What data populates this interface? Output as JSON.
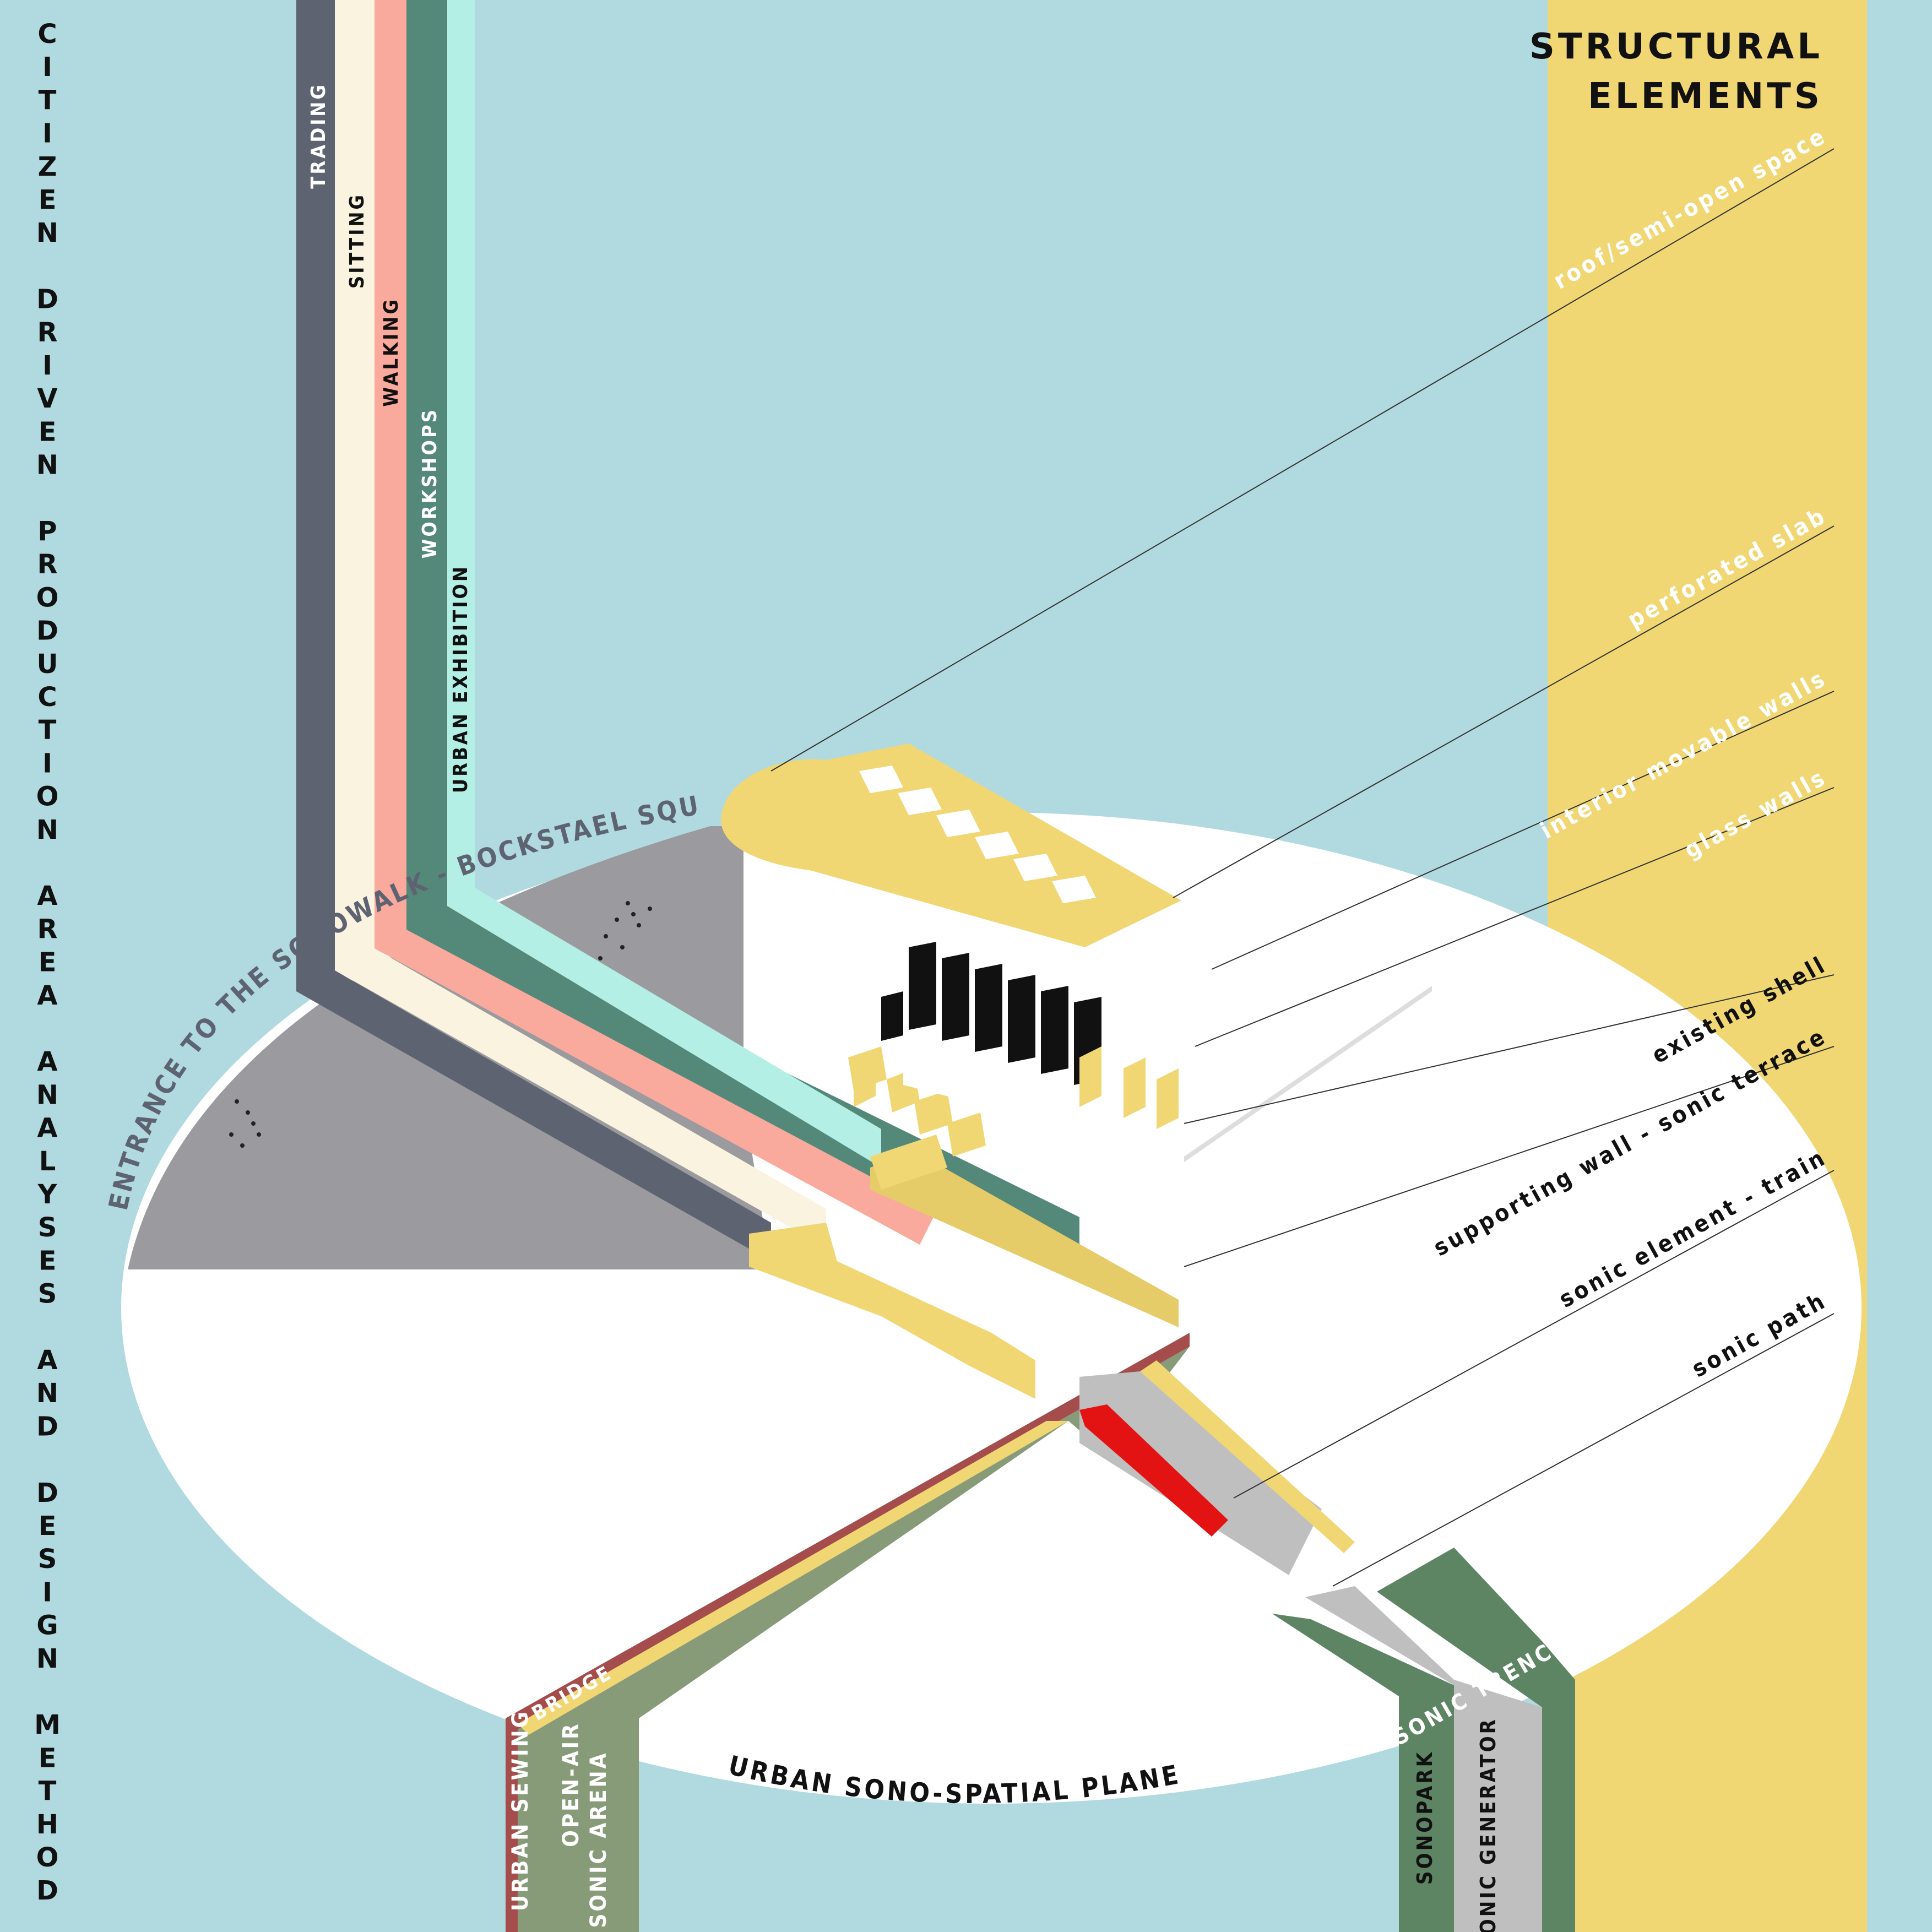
{
  "side_title": "CITIZEN DRIVEN PRODUCTION AREA ANALYSES AND DESIGN METHOD",
  "structural_elements": {
    "heading_line1": "STRUCTURAL",
    "heading_line2": "ELEMENTS",
    "items": [
      "roof/semi-open space",
      "perforated slab",
      "interior movable walls",
      "glass walls",
      "existing shell",
      "supporting wall - sonic terrace",
      "sonic element - train",
      "sonic path"
    ]
  },
  "activity_bands": [
    "TRADING",
    "SITTING",
    "WALKING",
    "WORKSHOPS",
    "URBAN EXHIBITION"
  ],
  "entrance_label": "ENTRANCE TO THE SONOWALK - BOCKSTAEL SQUARE",
  "plane_label": "URBAN SONO-SPATIAL PLANE",
  "bridge": {
    "label1": "URBAN SEWING",
    "label2": "BRIDGE",
    "arena_line1": "OPEN-AIR",
    "arena_line2": "SONIC ARENA"
  },
  "trench": {
    "sonopark": "SONOPARK",
    "generator": "SONIC GENERATOR",
    "trench": "SONIC TRENCH"
  },
  "colors": {
    "background": "#b0dae0",
    "yellow": "#f0d774",
    "dark_slate": "#5e6372",
    "cream": "#faf3df",
    "salmon": "#faa99d",
    "teal": "#54897a",
    "mint": "#b3efe5",
    "gray": "#9b9a9e",
    "sage": "#879b79",
    "brick": "#a54c4c",
    "forest": "#5e8563",
    "light_gray": "#bfbfbf",
    "red_train": "#e41313"
  }
}
